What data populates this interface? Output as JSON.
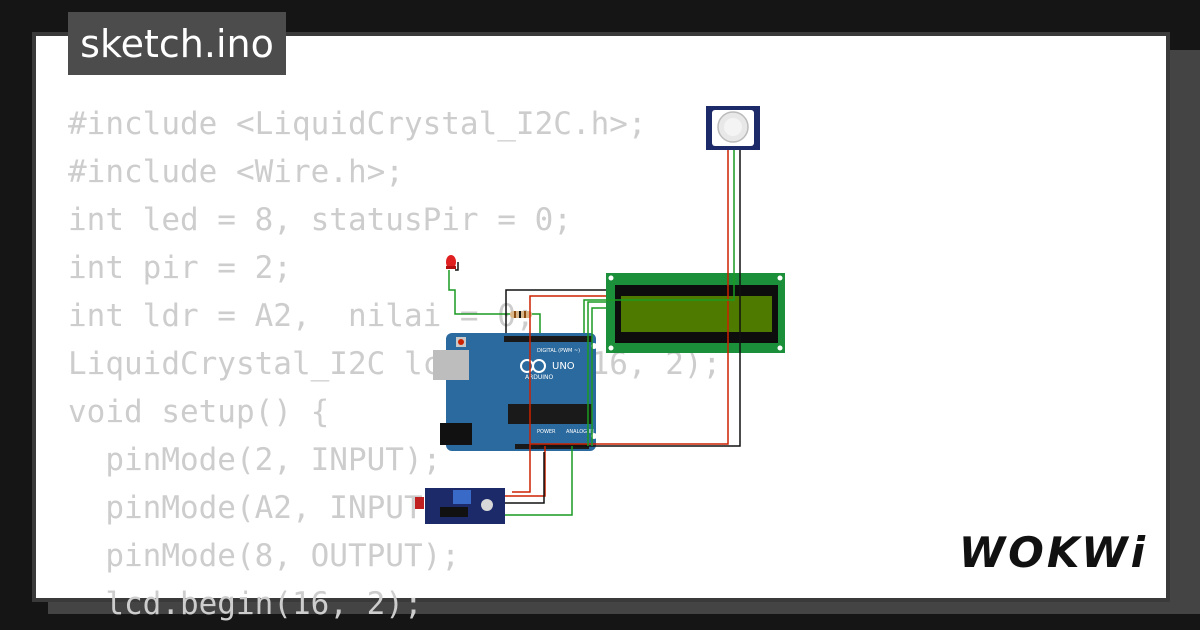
{
  "title": "sketch.ino",
  "code_lines": [
    "#include <LiquidCrystal_I2C.h>;",
    "#include <Wire.h>;",
    "int led = 8, statusPir = 0;",
    "int pir = 2;",
    "int ldr = A2,  nilai = 0;",
    "LiquidCrystal_I2C lcd(0x27, 16, 2);",
    "void setup() {",
    "  pinMode(2, INPUT);",
    "  pinMode(A2, INPUT);",
    "  pinMode(8, OUTPUT);",
    "  lcd.begin(16, 2);"
  ],
  "board": {
    "name": "UNO",
    "brand": "ARDUINO",
    "digital_label": "DIGITAL (PWM ~)",
    "power_label": "POWER",
    "analog_label": "ANALOG IN"
  },
  "logo": "WOKWi",
  "colors": {
    "background": "#151515",
    "card": "#ffffff",
    "code_text": "#cdcdcd",
    "arduino_blue": "#2b6a9e",
    "lcd_green": "#1c8f3a",
    "lcd_screen": "#4f7a00",
    "wire_red": "#cc2200",
    "wire_green": "#1a9a20",
    "wire_black": "#111111"
  }
}
